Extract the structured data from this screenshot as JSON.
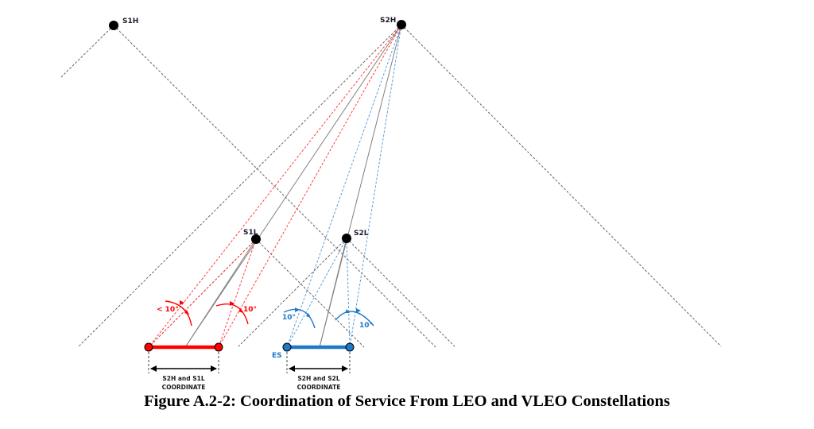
{
  "figure": {
    "caption": "Figure A.2-2:  Coordination of Service From LEO and VLEO Constellations"
  },
  "satellites": {
    "s1h": "S1H",
    "s2h": "S2H",
    "s1l": "S1L",
    "s2l": "S2L"
  },
  "earth_station": {
    "label": "ES"
  },
  "angles": {
    "red_left": "< 10°",
    "red_right": "10°",
    "blue_left": "10°",
    "blue_right": "10°"
  },
  "zones": {
    "red": {
      "line1": "S2H and S1L",
      "line2": "COORDINATE"
    },
    "blue": {
      "line1": "S2H and S2L",
      "line2": "COORDINATE"
    }
  },
  "colors": {
    "red": "#ff0000",
    "blue": "#1f78c8",
    "gray": "#555555",
    "black": "#000000"
  }
}
